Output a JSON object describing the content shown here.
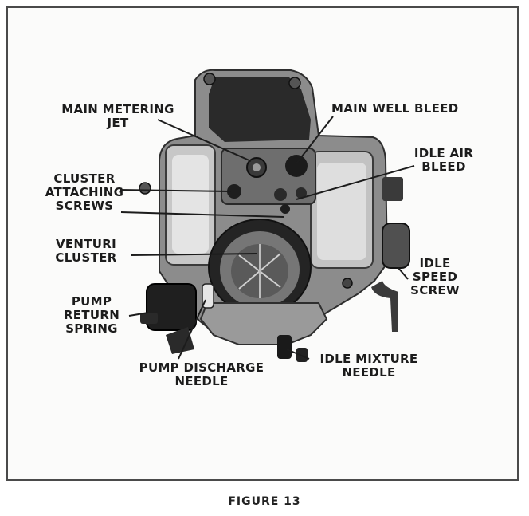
{
  "labels": {
    "main_metering_jet": [
      "MAIN METERING",
      "JET"
    ],
    "main_well_bleed": [
      "MAIN WELL BLEED"
    ],
    "idle_air_bleed": [
      "IDLE AIR",
      "BLEED"
    ],
    "cluster_attaching_screws": [
      "CLUSTER",
      "ATTACHING",
      "SCREWS"
    ],
    "venturi_cluster": [
      "VENTURI",
      "CLUSTER"
    ],
    "idle_speed_screw": [
      "IDLE",
      "SPEED",
      "SCREW"
    ],
    "pump_return_spring": [
      "PUMP",
      "RETURN",
      "SPRING"
    ],
    "pump_discharge_needle": [
      "PUMP DISCHARGE",
      "NEEDLE"
    ],
    "idle_mixture_needle": [
      "IDLE MIXTURE",
      "NEEDLE"
    ]
  },
  "caption": "FIGURE 13"
}
